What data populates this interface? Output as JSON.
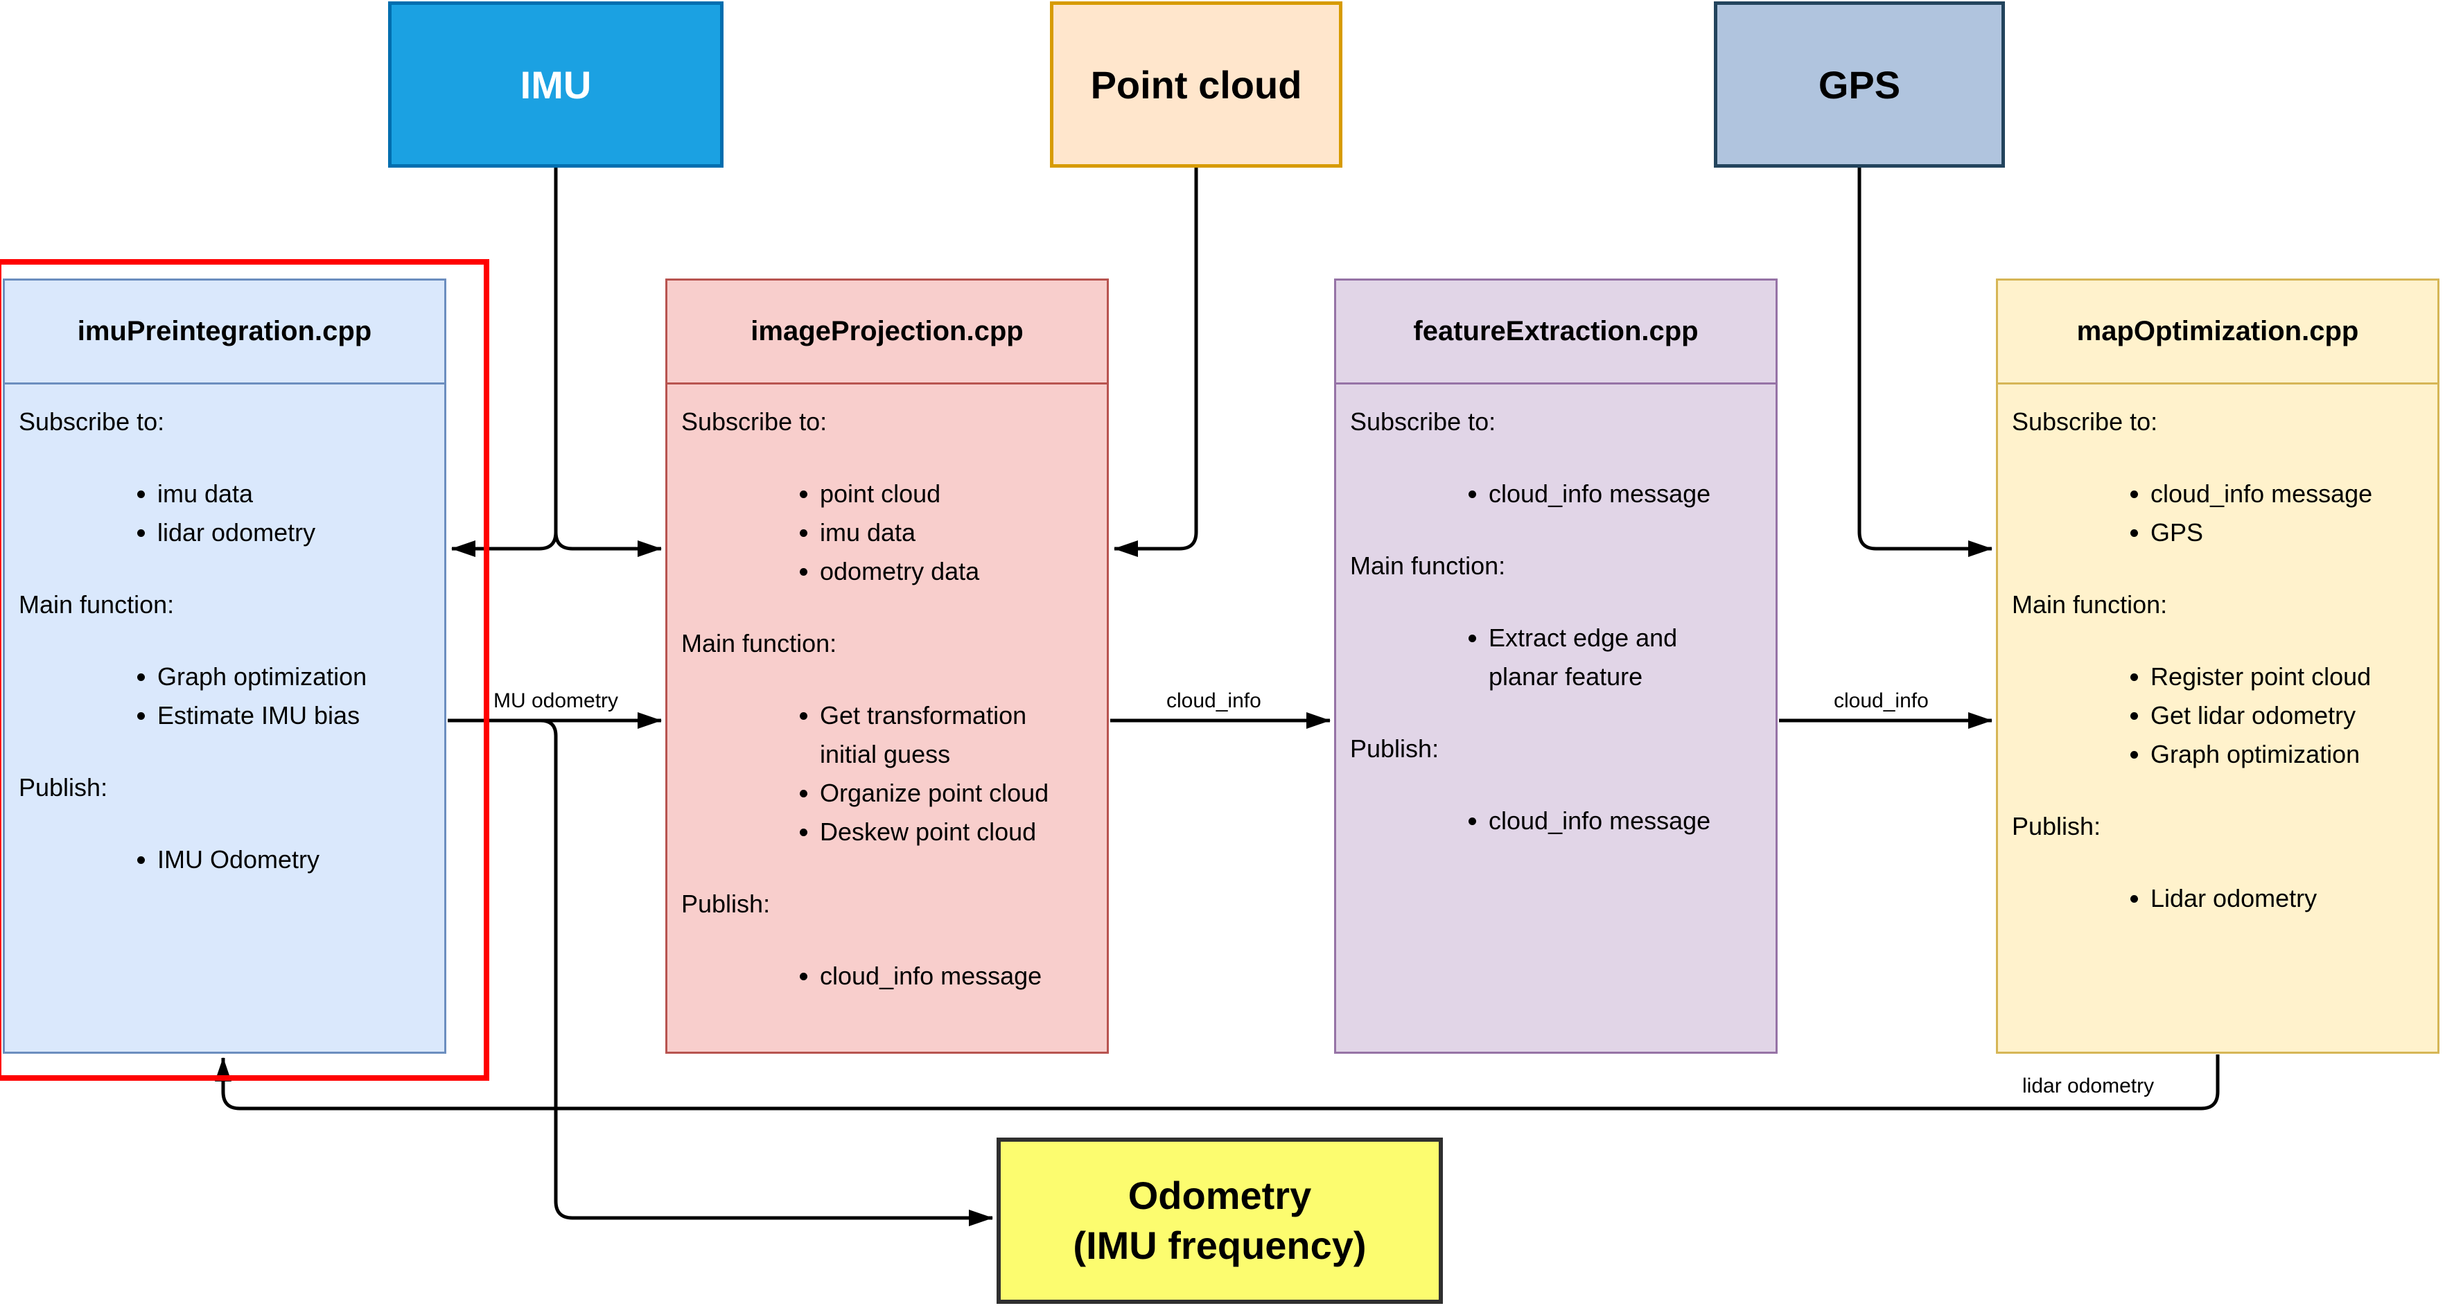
{
  "top_nodes": {
    "imu": {
      "label": "IMU"
    },
    "point_cloud": {
      "label": "Point cloud"
    },
    "gps": {
      "label": "GPS"
    }
  },
  "modules": [
    {
      "title": "imuPreintegration.cpp",
      "sections": [
        {
          "title": "Subscribe to:",
          "items": [
            "imu data",
            "lidar odometry"
          ]
        },
        {
          "title": "Main function:",
          "items": [
            "Graph optimization",
            "Estimate IMU bias"
          ]
        },
        {
          "title": "Publish:",
          "items": [
            "IMU Odometry"
          ]
        }
      ]
    },
    {
      "title": "imageProjection.cpp",
      "sections": [
        {
          "title": "Subscribe to:",
          "items": [
            "point cloud",
            "imu data",
            "odometry data"
          ]
        },
        {
          "title": "Main function:",
          "items": [
            "Get transformation initial guess",
            "Organize point cloud",
            "Deskew point cloud"
          ]
        },
        {
          "title": "Publish:",
          "items": [
            "cloud_info message"
          ]
        }
      ]
    },
    {
      "title": "featureExtraction.cpp",
      "sections": [
        {
          "title": "Subscribe to:",
          "items": [
            "cloud_info message"
          ]
        },
        {
          "title": "Main function:",
          "items": [
            "Extract edge and planar feature"
          ]
        },
        {
          "title": "Publish:",
          "items": [
            "cloud_info message"
          ]
        }
      ]
    },
    {
      "title": "mapOptimization.cpp",
      "sections": [
        {
          "title": "Subscribe to:",
          "items": [
            "cloud_info message",
            "GPS"
          ]
        },
        {
          "title": "Main function:",
          "items": [
            "Register point cloud",
            "Get lidar odometry",
            "Graph optimization"
          ]
        },
        {
          "title": "Publish:",
          "items": [
            "Lidar odometry"
          ]
        }
      ]
    }
  ],
  "output_node": {
    "line1": "Odometry",
    "line2": "(IMU frequency)"
  },
  "edge_labels": {
    "imu_odometry": "MU odometry",
    "cloud_info_a": "cloud_info",
    "cloud_info_b": "cloud_info",
    "lidar_odometry": "lidar odometry"
  },
  "colors": {
    "imu_fill": "#1BA1E2",
    "imu_stroke": "#006EAF",
    "point_cloud_fill": "#FFE6CC",
    "point_cloud_stroke": "#D79B00",
    "gps_fill": "#B0C4DE",
    "gps_stroke": "#23445D",
    "imu_preintegration_fill": "#DAE8FC",
    "imu_preintegration_stroke": "#6C8EBF",
    "image_projection_fill": "#F8CECC",
    "image_projection_stroke": "#B85450",
    "feature_extraction_fill": "#E1D5E7",
    "feature_extraction_stroke": "#9673A6",
    "map_optimization_fill": "#FFF2CC",
    "map_optimization_stroke": "#D6B656",
    "output_fill": "#FCFC6F",
    "output_stroke": "#2F2F2F",
    "highlight": "#FF0000",
    "arrow": "#000000"
  }
}
